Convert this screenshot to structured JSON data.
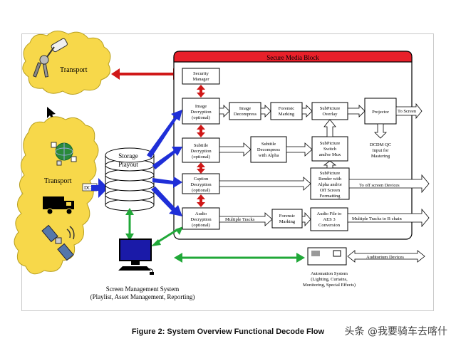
{
  "block_title": "Secure Media Block",
  "transport_top": "Transport",
  "transport_bottom": "Transport",
  "dcp": "DCP",
  "storage": [
    "Storage",
    "Playout"
  ],
  "screen_mgmt": [
    "Screen Management System",
    "(Playlist, Asset Management, Reporting)"
  ],
  "boxes": {
    "security": [
      "Security",
      "Manager"
    ],
    "image_dec": [
      "Image",
      "Decryption",
      "(optional)"
    ],
    "image_decomp": [
      "Image",
      "Decompress"
    ],
    "forensic1": [
      "Forensic",
      "Marking"
    ],
    "subpic_overlay": [
      "SubPicture",
      "Overlay"
    ],
    "projector": [
      "Projector"
    ],
    "subtitle_dec": [
      "Subtitle",
      "Decryption",
      "(optional)"
    ],
    "subtitle_decomp": [
      "Subtitle",
      "Decompress",
      "with Alpha"
    ],
    "subpic_switch": [
      "SubPicture",
      "Switch",
      "and/or Mux"
    ],
    "caption_dec": [
      "Caption",
      "Decryption",
      "(optional)"
    ],
    "subpic_render": [
      "SubPicture",
      "Render with",
      "Alpha and/or",
      "Off Screen",
      "Formatting"
    ],
    "audio_dec": [
      "Audio",
      "Decryption",
      "(optional)"
    ],
    "forensic2": [
      "Forensic",
      "Marking"
    ],
    "audio_file": [
      "Audio File to",
      "AES 3",
      "Conversion"
    ]
  },
  "arrows": {
    "to_screen": "To Screen",
    "off_screen": "To off screen Devices",
    "multiple_tracks": "Multiple Tracks",
    "multiple_tracks_b": "Multiple Tracks to B chain",
    "auditorium": "Auditorium Devices"
  },
  "dcdm_qc": [
    "DCDM QC",
    "Input for",
    "Mastering"
  ],
  "automation": [
    "Automation System",
    "(Lighting, Curtains,",
    "Monitoring, Special Effects)"
  ],
  "caption": "Figure 2: System Overview Functional Decode Flow",
  "watermark": "头条 @我要骑车去喀什",
  "colors": {
    "cloud": "#f7d84a",
    "block_header": "#e8202a",
    "blue_arrow": "#1f2fd8",
    "red_arrow": "#d01818",
    "green_arrow": "#20a838",
    "screen": "#1a1aa8"
  }
}
